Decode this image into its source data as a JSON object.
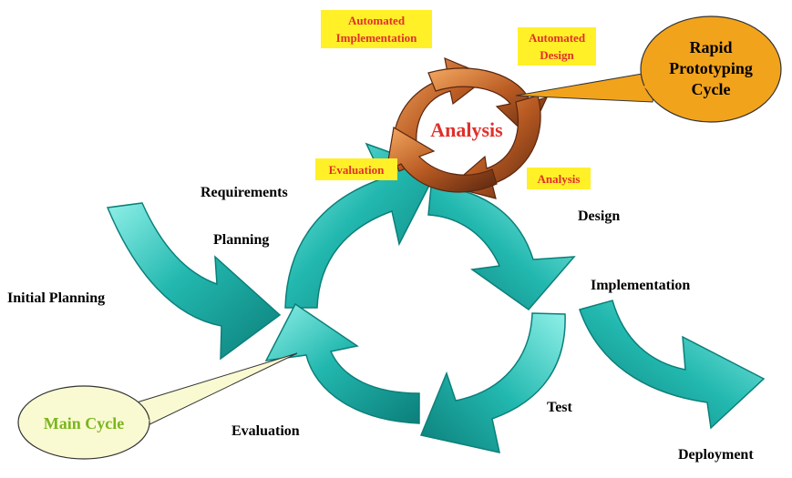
{
  "colors": {
    "main_arrow": "#21b5ad",
    "main_arrow_dark": "#0f8a85",
    "main_arrow_light": "#7fe3dc",
    "rapid_arrow": "#c8662a",
    "rapid_arrow_dark": "#6a2f12",
    "rapid_arrow_light": "#f2a05a",
    "label_box": "#fff028",
    "label_box_text": "#e0302a",
    "center_text": "#e0302a",
    "main_callout_fill": "#fafad2",
    "main_callout_text": "#7ab51d",
    "rapid_callout_fill": "#f2a31c",
    "text": "#000000"
  },
  "rapid_cycle": {
    "center_label": "Analysis",
    "labels": {
      "automated_implementation": "Automated\nImplementation",
      "automated_design": "Automated\nDesign",
      "evaluation": "Evaluation",
      "analysis": "Analysis"
    },
    "callout": "Rapid\nPrototyping\nCycle"
  },
  "main_cycle": {
    "callout": "Main Cycle",
    "labels": {
      "requirements": "Requirements",
      "planning": "Planning",
      "initial_planning": "Initial Planning",
      "design": "Design",
      "implementation": "Implementation",
      "test": "Test",
      "evaluation": "Evaluation",
      "deployment": "Deployment"
    }
  }
}
